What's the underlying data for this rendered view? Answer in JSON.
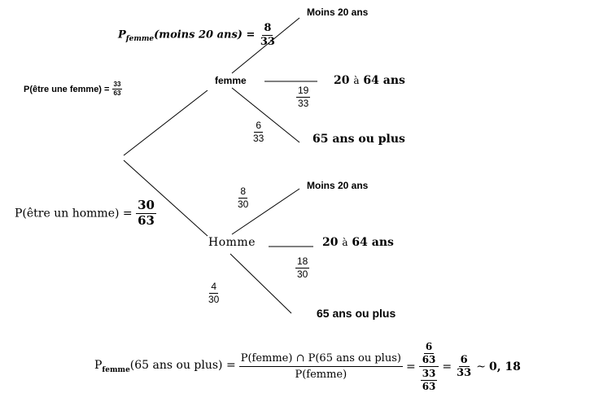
{
  "tree": {
    "femme": {
      "label": "femme",
      "prob": {
        "num": "33",
        "den": "63",
        "label": "P(être une femme) ="
      },
      "branches": [
        {
          "label": "Moins 20 ans"
        },
        {
          "label_pre": "20 ",
          "label_a": "à",
          "label_post": " 64 ans",
          "num": "19",
          "den": "33"
        },
        {
          "label": "65 ans ou plus",
          "num": "6",
          "den": "33"
        }
      ]
    },
    "homme": {
      "label": "Homme",
      "prob": {
        "num": "30",
        "den": "63",
        "label": "P(être un homme) ="
      },
      "branches": [
        {
          "label": "Moins 20 ans",
          "num": "8",
          "den": "30"
        },
        {
          "label_pre": "20 ",
          "label_a": "à",
          "label_post": " 64 ans",
          "num": "18",
          "den": "30"
        },
        {
          "label": "65 ans ou plus",
          "num": "4",
          "den": "30"
        }
      ]
    }
  },
  "cond_moins20": {
    "p": "P",
    "sub": "femme",
    "arg": "(moins 20 ans) =",
    "num": "8",
    "den": "33"
  },
  "formula": {
    "lhs_p": "P",
    "lhs_sub": "femme",
    "lhs_arg": "(65 ans ou plus) =",
    "mid_num": "P(femme) ∩ P(65 ans ou plus)",
    "mid_den": "P(femme)",
    "eq1": "=",
    "big_num_num": "6",
    "big_num_den": "63",
    "big_den_num": "33",
    "big_den_den": "63",
    "eq2": "=",
    "res_num": "6",
    "res_den": "33",
    "approx": "~",
    "approx_val": "0, 18"
  }
}
